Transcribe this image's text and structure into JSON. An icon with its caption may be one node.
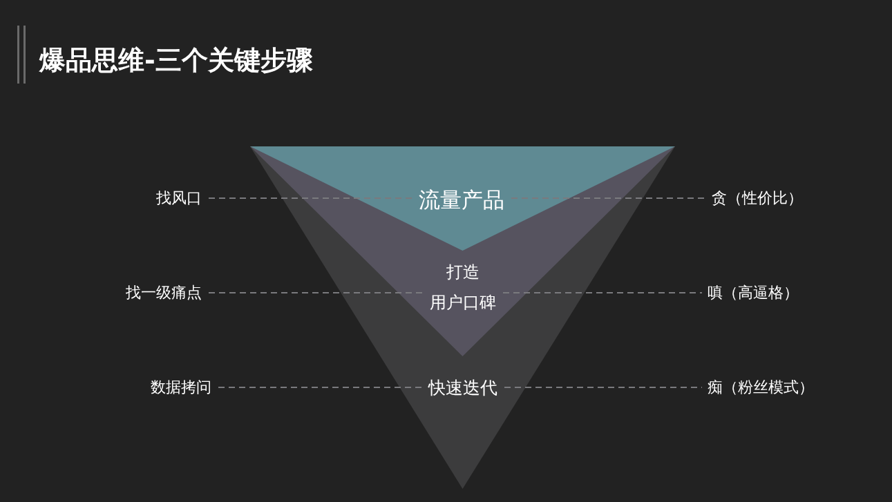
{
  "diagram": {
    "title": "爆品思维-三个关键步骤",
    "nodes": [
      {
        "text": [
          "快速迭代"
        ]
      },
      {
        "text": [
          "打造",
          "用户口碑"
        ],
        "in": 0
      },
      {
        "text": [
          "流量产品"
        ],
        "in": 1
      },
      {
        "text": [
          "找风口"
        ]
      },
      {
        "text": [
          "贪（性价比）"
        ]
      },
      {
        "text": [
          "找一级痛点"
        ]
      },
      {
        "text": [
          "嗔（高逼格）"
        ]
      },
      {
        "text": [
          "数据拷问"
        ]
      },
      {
        "text": [
          "痴（粉丝模式）"
        ]
      }
    ],
    "edges": [
      {
        "from": 3,
        "to": 2,
        "arrow": "none",
        "style": "dashed"
      },
      {
        "from": 2,
        "to": 4,
        "arrow": "none",
        "style": "dashed"
      },
      {
        "from": 5,
        "to": 1,
        "arrow": "none",
        "style": "dashed"
      },
      {
        "from": 1,
        "to": 6,
        "arrow": "none",
        "style": "dashed"
      },
      {
        "from": 7,
        "to": 0,
        "arrow": "none",
        "style": "dashed"
      },
      {
        "from": 0,
        "to": 8,
        "arrow": "none",
        "style": "dashed"
      }
    ]
  }
}
